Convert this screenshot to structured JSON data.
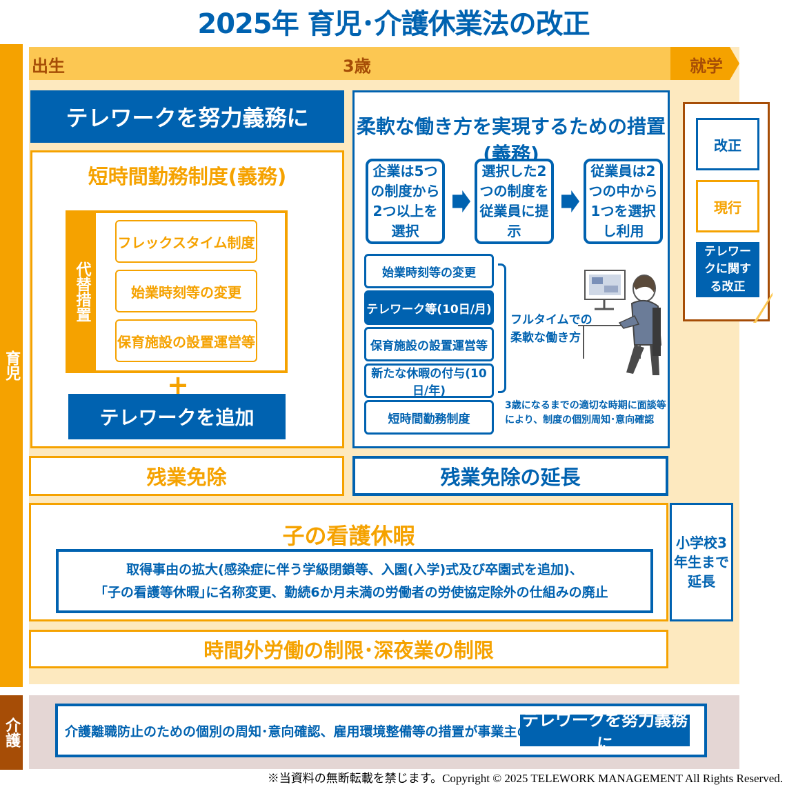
{
  "title": "2025年 育児･介護休業法の改正",
  "side": {
    "ikuji": "育児",
    "kaigo": "介護"
  },
  "timeline": {
    "birth": "出生",
    "age3": "3歳",
    "school": "就学"
  },
  "telework_effort": "テレワークを努力義務に",
  "short_time": {
    "title": "短時間勤務制度(義務)",
    "alt_label": "代替措置",
    "alt_items": [
      "フレックスタイム制度",
      "始業時刻等の変更",
      "保育施設の設置運営等"
    ],
    "plus": "+",
    "add_telework": "テレワークを追加"
  },
  "flexible": {
    "title": "柔軟な働き方を実現するための措置(義務)",
    "steps": [
      "企業は5つの制度から2つ以上を選択",
      "選択した2つの制度を従業員に提示",
      "従業員は2つの中から1つを選択し利用"
    ],
    "options": [
      "始業時刻等の変更",
      "テレワーク等(10日/月)",
      "保育施設の設置運営等",
      "新たな休暇の付与(10日/年)",
      "短時間勤務制度"
    ],
    "fulltime_note": "フルタイムでの柔軟な働き方",
    "interview_note": "3歳になるまでの適切な時期に面談等により、制度の個別周知･意向確認"
  },
  "overtime_exempt": "残業免除",
  "overtime_exempt_ext": "残業免除の延長",
  "child_care_leave": {
    "title": "子の看護休暇",
    "line1": "取得事由の拡大(感染症に伴う学級閉鎖等、入園(入学)式及び卒園式を追加)、",
    "line2": "｢子の看護等休暇｣に名称変更、勤続6か月未満の労働者の労使協定除外の仕組みの廃止"
  },
  "elementary_ext": "小学校3年生まで延長",
  "overtime_limit": "時間外労働の制限･深夜業の制限",
  "legend": {
    "revised": "改正",
    "current": "現行",
    "telework_revision": "テレワークに関する改正"
  },
  "kaigo": {
    "text": "介護離職防止のための個別の周知･意向確認、雇用環境整備等の措置が事業主の義務",
    "telework": "テレワークを努力義務に"
  },
  "footer": "※当資料の無断転載を禁じます。Copyright © 2025  TELEWORK MANAGEMENT All Rights Reserved.",
  "colors": {
    "blue": "#0062b0",
    "orange": "#f5a200",
    "light_orange": "#fde9bf",
    "brown": "#a64d06",
    "mauve": "#e4d6d4"
  }
}
